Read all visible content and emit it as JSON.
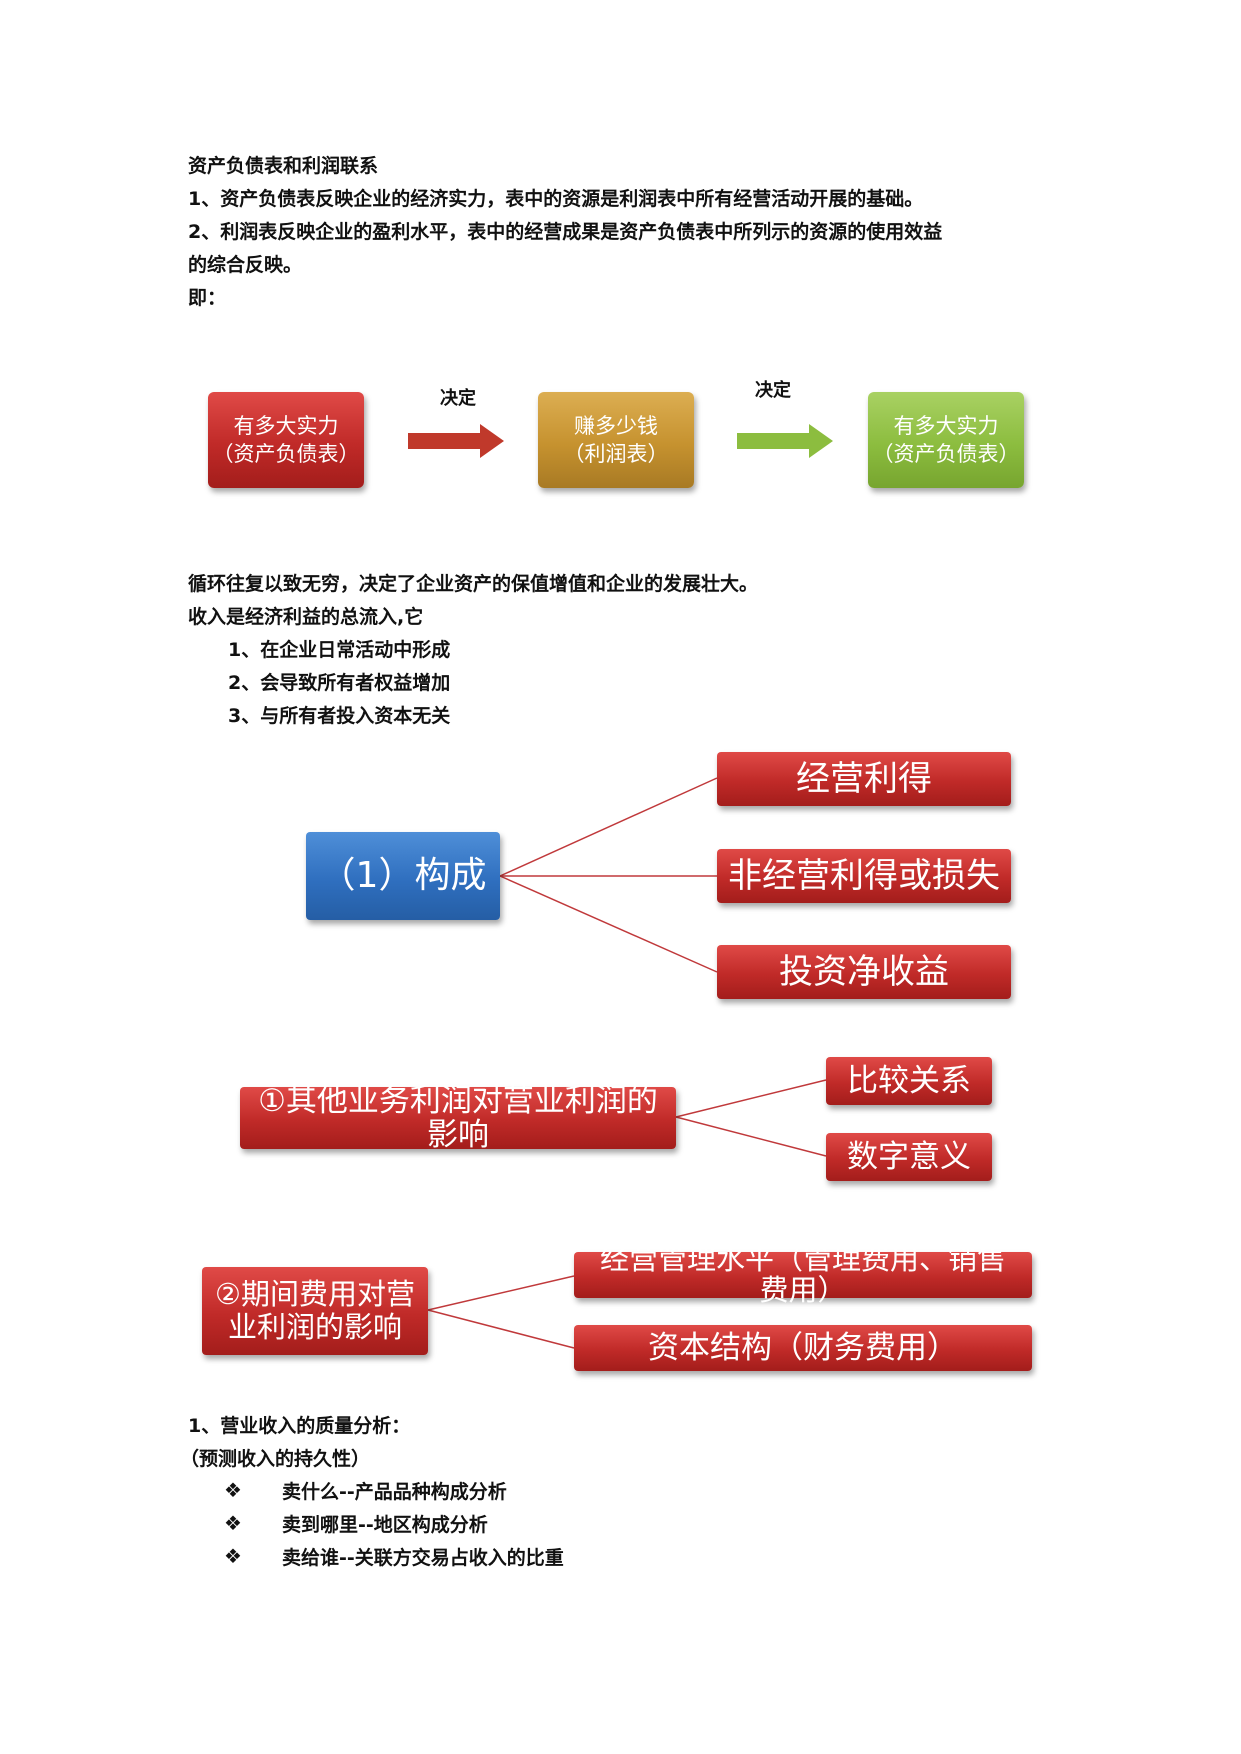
{
  "intro": {
    "title": "资产负债表和利润联系",
    "line1": "1、资产负债表反映企业的经济实力，表中的资源是利润表中所有经营活动开展的基础。",
    "line2a": "2、利润表反映企业的盈利水平，表中的经营成果是资产负债表中所列示的资源的使用效益",
    "line2b": "的综合反映。",
    "ji": "即："
  },
  "flow": {
    "box1": {
      "line1": "有多大实力",
      "line2": "（资产负债表）",
      "color": "#c02a28"
    },
    "arrow1_label": "决定",
    "box2": {
      "line1": "赚多少钱",
      "line2": "（利润表）",
      "color": "#c6922f"
    },
    "arrow2_label": "决定",
    "box3": {
      "line1": "有多大实力",
      "line2": "（资产负债表）",
      "color": "#8cbd3f"
    }
  },
  "text2": {
    "cycle": "循环往复以致无穷，决定了企业资产的保值增值和企业的发展壮大。",
    "revenue": "收入是经济利益的总流入,它",
    "item1": "1、在企业日常活动中形成",
    "item2": "2、会导致所有者权益增加",
    "item3": "3、与所有者投入资本无关"
  },
  "mindmap1": {
    "root": "（1）构成",
    "branches": [
      "经营利得",
      "非经营利得或损失",
      "投资净收益"
    ]
  },
  "mindmap2": {
    "root": "①其他业务利润对营业利润的影响",
    "branches": [
      "比较关系",
      "数字意义"
    ]
  },
  "mindmap3": {
    "root": "②期间费用对营业利润的影响",
    "branches": [
      "经营管理水平（管理费用、销售费用）",
      "资本结构（财务费用）"
    ]
  },
  "section": {
    "heading": "1、营业收入的质量分析：",
    "sub": "（预测收入的持久性）",
    "bullet_glyph": "❖",
    "bullets": [
      "卖什么--产品品种构成分析",
      "卖到哪里--地区构成分析",
      "卖给谁--关联方交易占收入的比重"
    ]
  },
  "colors": {
    "red": "#c02a28",
    "blue": "#2f6fbf",
    "connector": "#c0393b",
    "arrow_red": "#c0392b",
    "arrow_green": "#8cbd3f"
  }
}
